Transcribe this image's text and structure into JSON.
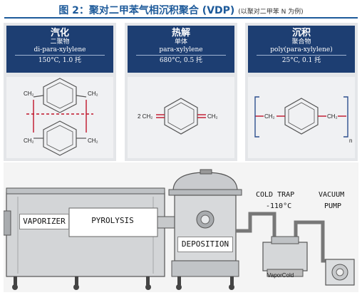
{
  "header": {
    "title": "图 2：聚对二甲苯气相沉积聚合 (VDP)",
    "subtitle": "(以聚对二甲苯 N 为例)"
  },
  "stages": [
    {
      "name": "汽化",
      "line1": "二聚物",
      "line2": "di-para-xylylene",
      "line3": "150°C, 1.0 托"
    },
    {
      "name": "热解",
      "line1": "单体",
      "line2": "para-xylylene",
      "line3": "680°C, 0.5 托"
    },
    {
      "name": "沉积",
      "line1": "聚合物",
      "line2": "poly(para-xylylene)",
      "line3": "25°C, 0.1 托"
    }
  ],
  "chem": {
    "ch2": "CH₂",
    "two_ch2": "2 CH₂",
    "n": "n"
  },
  "equipment": {
    "vaporizer": "VAPORIZER",
    "pyrolysis": "PYROLYSIS",
    "deposition": "DEPOSITION",
    "cold_trap": "COLD TRAP",
    "cold_trap_temp": "-110°C",
    "vacuum_pump_1": "VACUUM",
    "vacuum_pump_2": "PUMP",
    "vaporcold": "VaporCold"
  },
  "colors": {
    "header_blue": "#1d3e72",
    "title_blue": "#1d5a9a",
    "bond_red": "#c0152a",
    "bracket_blue": "#2d4f8e"
  }
}
